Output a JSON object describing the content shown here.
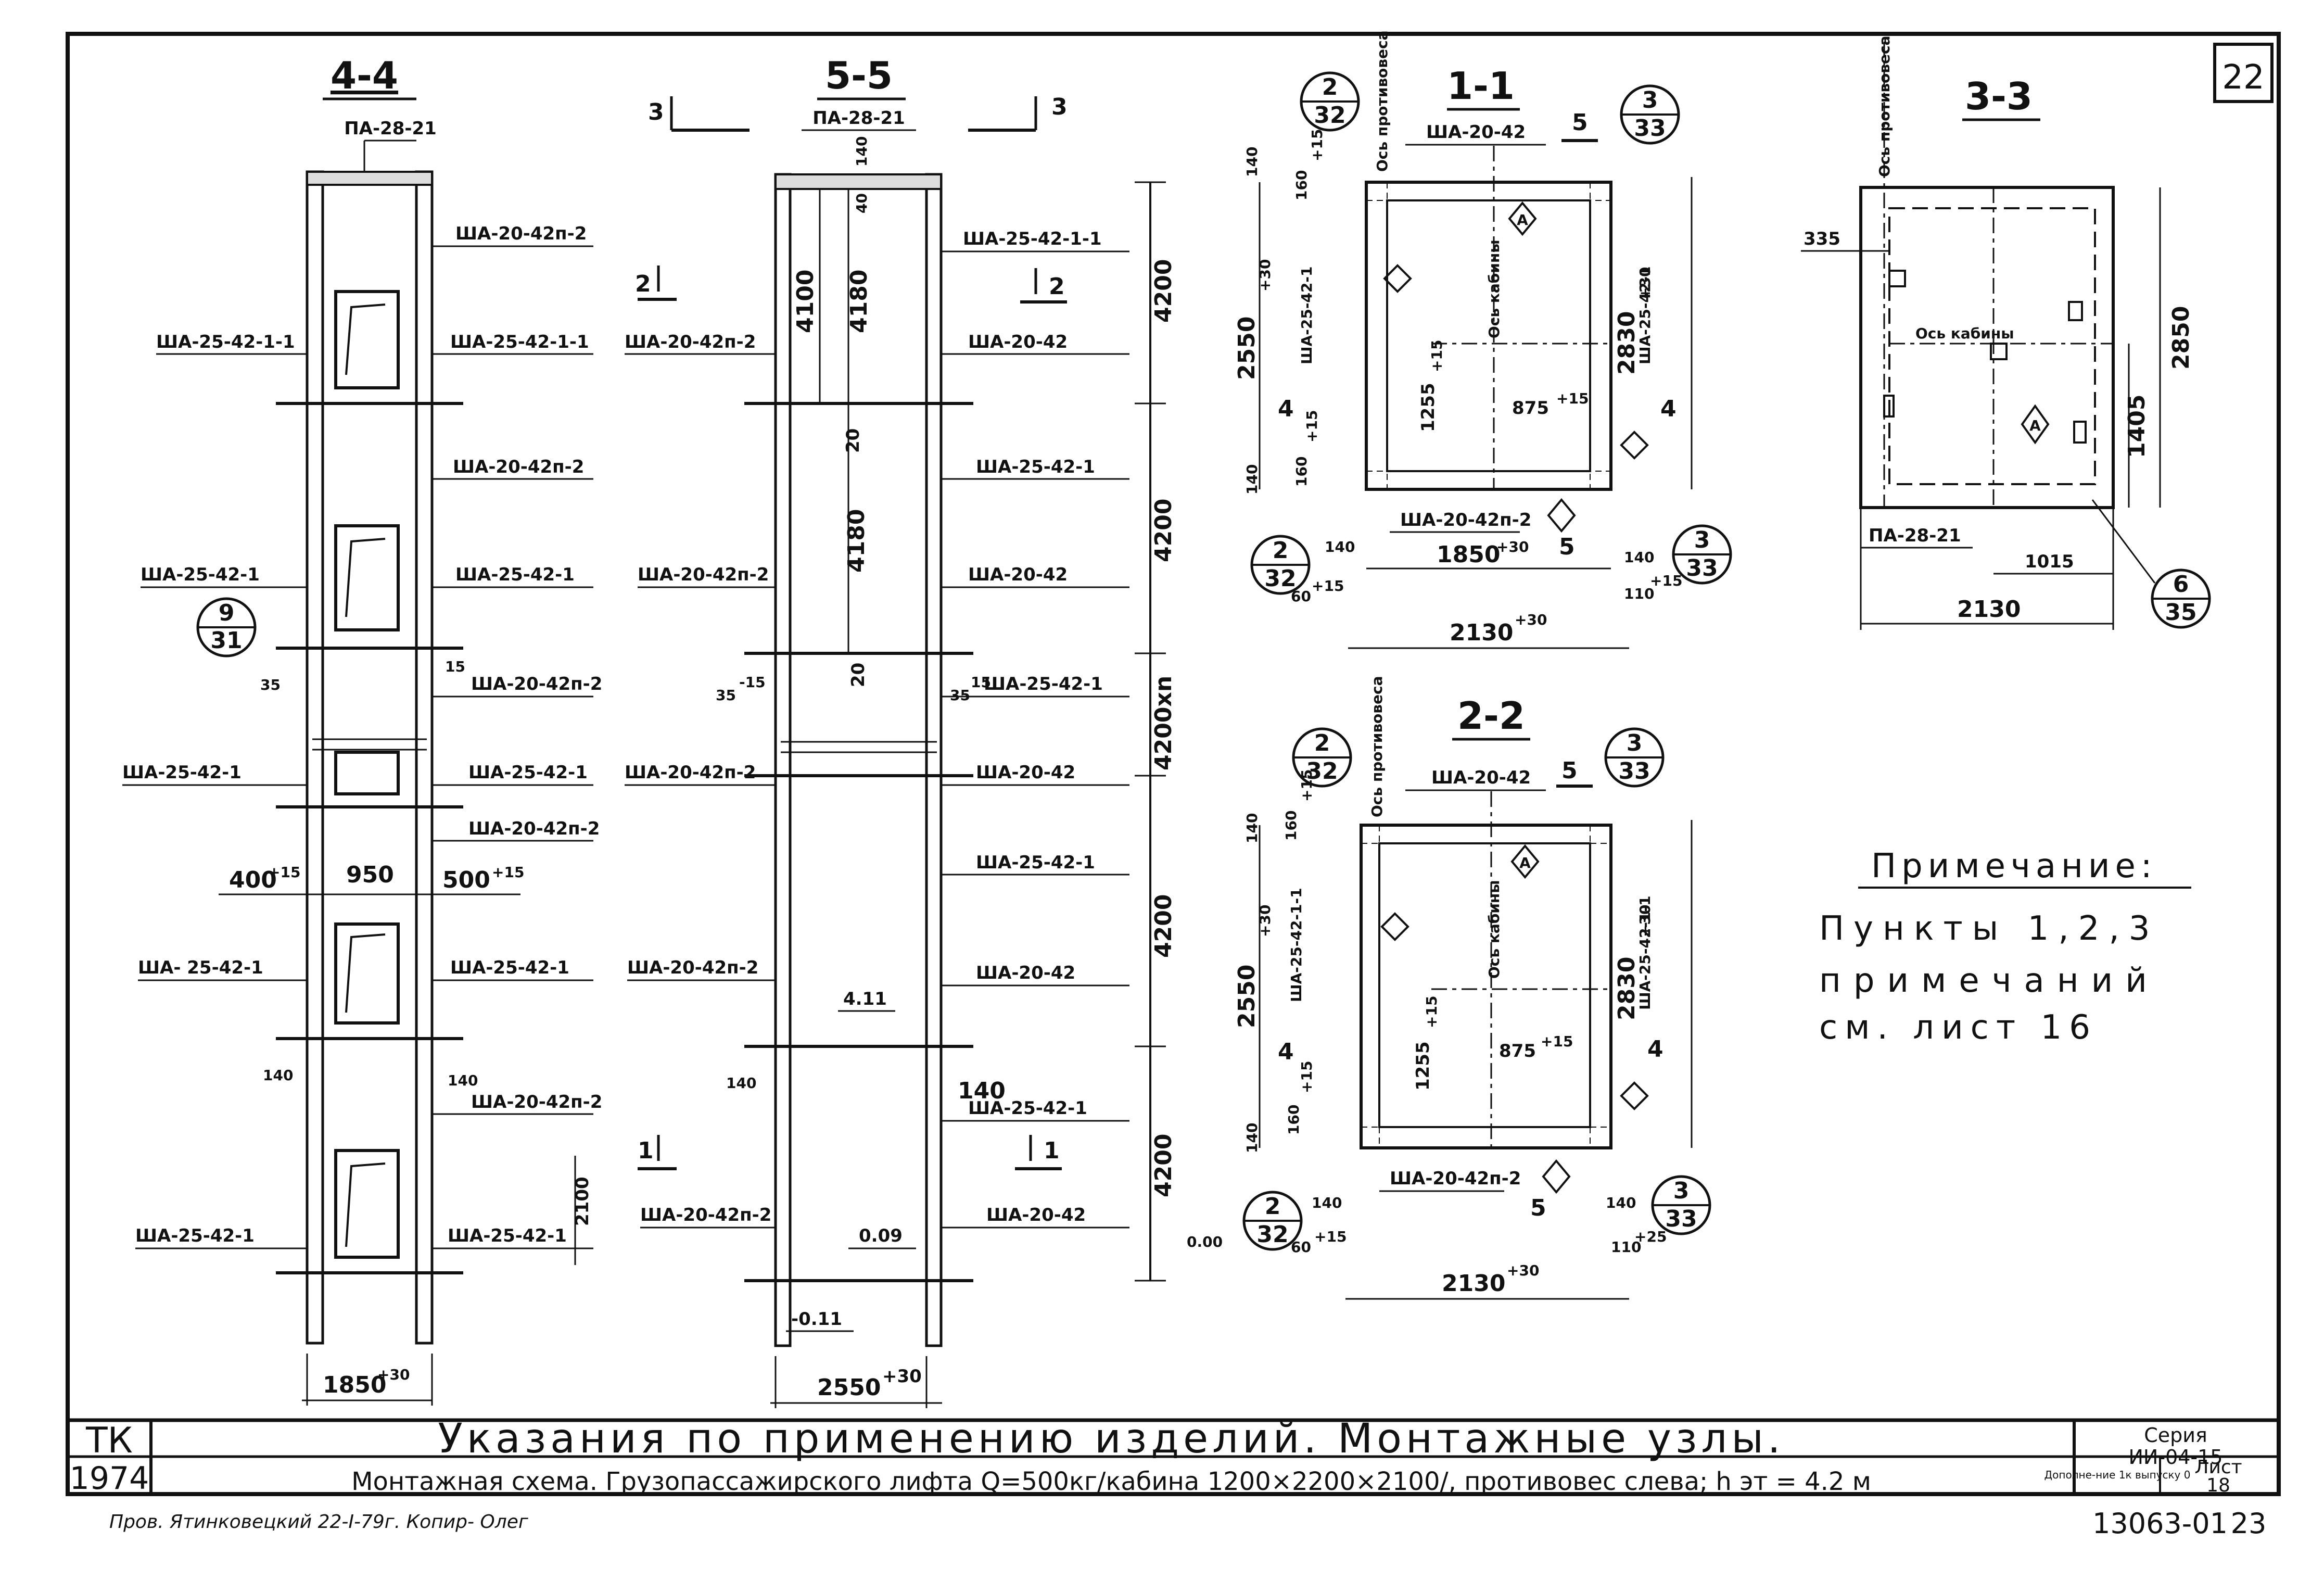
{
  "sheet": {
    "number": "22",
    "title": "Указания по применению изделий. Монтажные узлы.",
    "subtitle": "Монтажная схема. Грузопассажирского лифта Q=500кг/кабина 1200×2200×2100/, противовес слева; h эт = 4.2 м",
    "org": "ТК",
    "year": "1974",
    "series_label": "Серия",
    "series": "ИИ-04-15",
    "supplement": "Дополне-ние 1к выпуску 0",
    "sheet_label": "Лист",
    "sheet_no": "18",
    "code": "13063-01",
    "page": "23",
    "signature": "Пров. Ятинковецкий 22-I-79г. Копир- Олег"
  },
  "section_44": {
    "title": "4-4",
    "top_mark": "ПА-28-21",
    "labels": {
      "r1": "ША-20-42п-2",
      "l1": "ША-25-42-1-1",
      "r2": "ША-25-42-1-1",
      "r3": "ША-20-42п-2",
      "l2": "ША-25-42-1",
      "r4": "ША-25-42-1",
      "r5": "ША-20-42п-2",
      "l3": "ША-25-42-1",
      "r6": "ША-25-42-1",
      "r7": "ША-20-42п-2",
      "l4": "ША- 25-42-1",
      "r8": "ША-25-42-1",
      "r9": "ША-20-42п-2",
      "l5": "ША-25-42-1",
      "r10": "ША-25-42-1"
    },
    "dims": {
      "d35": "35",
      "d15": "15",
      "d400": "400",
      "d400t": "+15",
      "d950": "950",
      "d500": "500",
      "d500t": "+15",
      "d140a": "140",
      "d140b": "140",
      "d2100": "2100",
      "bottom": "1850",
      "bottom_tol": "+30"
    },
    "callout": {
      "top": "9",
      "bottom": "31"
    }
  },
  "section_55": {
    "title": "5-5",
    "top_mark": "ПА-28-21",
    "cut_left": "3",
    "cut_right": "3",
    "cut2_left": "2",
    "cut2_right": "2",
    "cut1_left": "1",
    "cut1_right": "1",
    "labels": {
      "r1": "ША-25-42-1-1",
      "l1": "ША-20-42п-2",
      "r2": "ША-20-42",
      "r3": "ША-25-42-1",
      "l2": "ША-20-42п-2",
      "r4": "ША-20-42",
      "r5": "ША-25-42-1",
      "l3": "ША-20-42п-2",
      "r6": "ША-20-42",
      "r7": "ША-25-42-1",
      "l4": "ША-20-42п-2",
      "r8": "ША-20-42",
      "r9": "ША-25-42-1",
      "l5": "ША-20-42п-2",
      "r10": "ША-20-42"
    },
    "dims": {
      "v4100": "4100",
      "v4180a": "4180",
      "v40": "40",
      "v140": "140",
      "v20a": "20",
      "v4180b": "4180",
      "v20b": "20",
      "h4200a": "4200",
      "h4200b": "4200",
      "h4200xn": "4200хn",
      "h4200c": "4200",
      "h4200d": "4200",
      "m411": "4.11",
      "m009": "0.09",
      "m011": "-0.11",
      "m000": "0.00",
      "d35": "35",
      "d15a": "-15",
      "d35b": "35",
      "d15b": "15",
      "d140a": "140",
      "d140b": "140",
      "bottom": "2550",
      "bottom_tol": "+30"
    }
  },
  "section_11": {
    "title": "1-1",
    "top_mark": "ША-20-42",
    "cut": "5",
    "bottom_mark": "ША-20-42п-2",
    "axis_cabin": "Ось кабины",
    "axis_cw": "Ось противовеса",
    "left_mark": "ША-25-42-1",
    "right_mark": "ША-25-42-1",
    "callouts": {
      "tl": [
        "2",
        "32"
      ],
      "tr": [
        "3",
        "33"
      ],
      "bl": [
        "2",
        "32"
      ],
      "br": [
        "3",
        "33"
      ]
    },
    "dims": {
      "v140a": "140",
      "v160a": "160",
      "v160at": "+15",
      "v2550": "2550",
      "v2550t": "+30",
      "v140b": "140",
      "v160b": "160",
      "v160bt": "+15",
      "v1255": "1255",
      "v1255t": "+15",
      "h875": "875",
      "h875t": "+15",
      "v2830": "2830",
      "v2830t": "+30",
      "h140a": "140",
      "h1850": "1850",
      "h1850t": "+30",
      "h140b": "140",
      "h60": "60",
      "h60t": "+15",
      "h110": "110",
      "h110t": "+15",
      "h2130": "2130",
      "h2130t": "+30",
      "cut4": "4",
      "mark_a": "А"
    }
  },
  "section_22": {
    "title": "2-2",
    "top_mark": "ША-20-42",
    "cut": "5",
    "bottom_mark": "ША-20-42п-2",
    "axis_cabin": "Ось кабины",
    "axis_cw": "Ось противовеса",
    "left_mark": "ША-25-42-1-1",
    "right_mark": "ША-25-42-1-1",
    "callouts": {
      "tl": [
        "2",
        "32"
      ],
      "tr": [
        "3",
        "33"
      ],
      "bl": [
        "2",
        "32"
      ],
      "br": [
        "3",
        "33"
      ]
    },
    "dims": {
      "v140a": "140",
      "v160a": "160",
      "v160at": "+15",
      "v2550": "2550",
      "v2550t": "+30",
      "v140b": "140",
      "v160b": "160",
      "v160bt": "+15",
      "v1255": "1255",
      "v1255t": "+15",
      "h875": "875",
      "h875t": "+15",
      "v2830": "2830",
      "v2830t": "+30",
      "h140a": "140",
      "h140b": "140",
      "h60": "60",
      "h60t": "+15",
      "h110": "110",
      "h110t": "+25",
      "h2130": "2130",
      "h2130t": "+30",
      "cut4": "4",
      "mark_a": "А"
    }
  },
  "section_33": {
    "title": "3-3",
    "axis_cabin": "Ось кабины",
    "axis_cw": "Ось противовеса",
    "bottom_mark": "ПА-28-21",
    "dims": {
      "d335": "335",
      "v2850": "2850",
      "v1405": "1405",
      "h1015": "1015",
      "h2130": "2130"
    },
    "callout": [
      "6",
      "35"
    ],
    "mark_a": "А"
  },
  "note": {
    "title": "Примечание:",
    "line1": "Пункты 1,2,3",
    "line2": "примечаний",
    "line3": "см. лист 16"
  }
}
